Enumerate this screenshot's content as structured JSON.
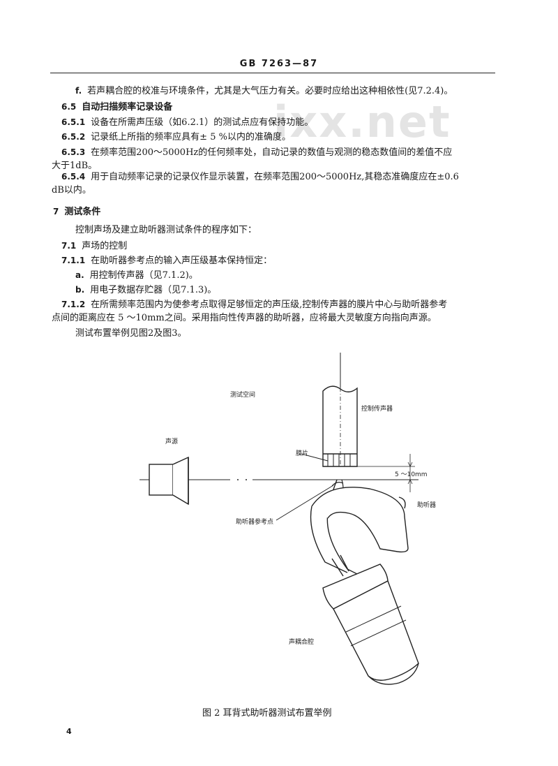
{
  "header": {
    "standard": "GB 7263—87"
  },
  "watermark": "ixx.net",
  "paragraphs": {
    "f_label": "f.",
    "f_text": "若声耦合腔的校准与环境条件，尤其是大气压力有关。必要时应给出这种相依性(见7.2.4)。",
    "s65_num": "6.5",
    "s65_title": "自动扫描频率记录设备",
    "s651_num": "6.5.1",
    "s651_text": "设备在所需声压级（如6.2.1）的测试点应有保持功能。",
    "s652_num": "6.5.2",
    "s652_text": "记录纸上所指的频率应具有± 5 %以内的准确度。",
    "s653_num": "6.5.3",
    "s653_text1": "在频率范围200～5000Hz的任何频率处，自动记录的数值与观测的稳态数值间的差值不应",
    "s653_text2": "大于1dB。",
    "s654_num": "6.5.4",
    "s654_text1": "用于自动频率记录的记录仪作显示装置，在频率范围200～5000Hz,其稳态准确度应在±0.6",
    "s654_text2": "dB以内。",
    "s7_num": "7",
    "s7_title": "测试条件",
    "s7_intro": "控制声场及建立助听器测试条件的程序如下：",
    "s71_num": "7.1",
    "s71_title": "声场的控制",
    "s711_num": "7.1.1",
    "s711_text": "在助听器参考点的输入声压级基本保持恒定：",
    "a_label": "a.",
    "a_text": "用控制传声器（见7.1.2)。",
    "b_label": "b.",
    "b_text": "用电子数据存贮器（见7.1.3)。",
    "s712_num": "7.1.2",
    "s712_text1": "在所需频率范围内为使参考点取得足够恒定的声压级,控制传声器的膜片中心与助听器参考",
    "s712_text2": "点间的距离应在 5 ～10mm之间。采用指向性传声器的助听器，应将最大灵敏度方向指向声源。",
    "layout_ref": "测试布置举例见图2及图3。"
  },
  "figure": {
    "label_space": "测试空间",
    "label_mic": "控制传声器",
    "label_source": "声源",
    "label_diaphragm": "膜片",
    "label_distance": "5 ～10mm",
    "label_hearing_aid": "助听器",
    "label_ref_point": "助听器参考点",
    "label_coupler": "声耦合腔",
    "caption": "图 2  耳背式助听器测试布置举例"
  },
  "page_number": "4"
}
